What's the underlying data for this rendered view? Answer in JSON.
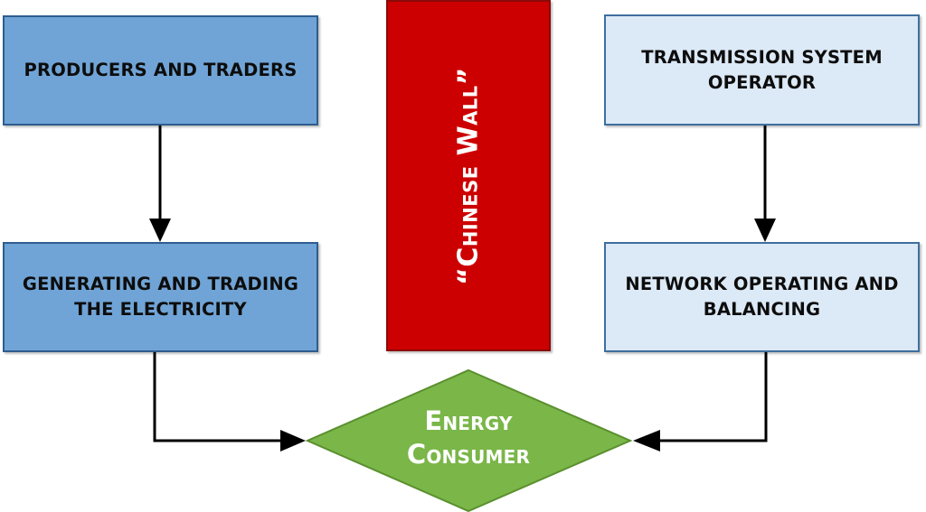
{
  "producers_box": {
    "text": "PRODUCERS AND TRADERS"
  },
  "generating_box": {
    "line1": "GENERATING AND TRADING",
    "line2": "THE ELECTRICITY"
  },
  "tso_box": {
    "line1": "TRANSMISSION SYSTEM",
    "line2": "OPERATOR"
  },
  "network_box": {
    "line1": "NETWORK OPERATING AND",
    "line2": "BALANCING"
  },
  "wall": {
    "label": "“Chinese Wall”"
  },
  "consumer": {
    "line1": "Energy",
    "line2": "Consumer"
  },
  "colors": {
    "dark_box": "#70a4d6",
    "light_box": "#dce9f6",
    "wall": "#cc0000",
    "consumer": "#7ab648"
  }
}
